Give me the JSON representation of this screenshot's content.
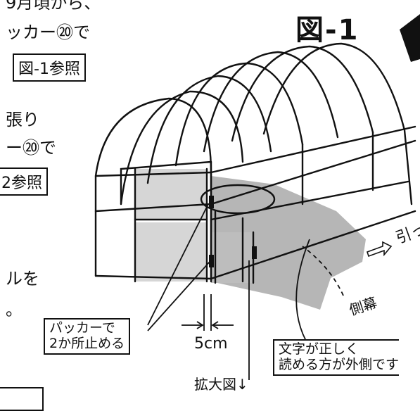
{
  "left_text": {
    "line1": "9月頃から、",
    "line2": "ッカー⑳で",
    "ref1": "図-1参照",
    "line3": "張り",
    "line4": "ー⑳で",
    "ref2": "2参照",
    "line5": "ルを",
    "line6": "。"
  },
  "figure": {
    "title": "図-1",
    "label_packer": [
      "パッカーで",
      "2か所止める"
    ],
    "label_5cm": "5cm",
    "label_pull": "引っ",
    "label_side": "側幕",
    "label_text_outside": [
      "文字が正しく",
      "読める方が外側です"
    ],
    "label_enlarged": "拡大図↓"
  },
  "colors": {
    "line": "#111111",
    "shade_dark": "#a9a9a9",
    "shade_light": "#d6d6d6"
  }
}
